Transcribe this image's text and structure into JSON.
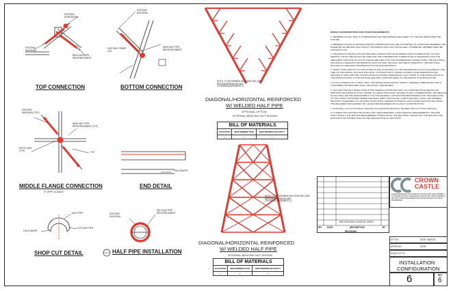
{
  "drawing": {
    "details": {
      "top_connection": {
        "title": "TOP CONNECTION",
        "labels": [
          "EXISTING HORIZONTAL",
          "EXISTING DIAGONAL",
          "NEW HALF PIPE REINFORCEMENT"
        ]
      },
      "bottom_connection": {
        "title": "BOTTOM CONNECTION",
        "labels": [
          "EXISTING DIAGONAL",
          "EXISTING TOWER LEG",
          "NEW HALF PIPE REINFORCEMENT"
        ]
      },
      "middle_flange": {
        "title": "MIDDLE FLANGE CONNECTION",
        "subtitle": "IF APPLICABLE",
        "labels": [
          "EXISTING DIAGONAL (TYP)",
          "NEW HALF PIPE REINFORCEMENT (TYP)",
          "EPOXY WAY (TYP)",
          "TYP"
        ]
      },
      "end_detail": {
        "title": "END DETAIL",
        "labels": [
          "FIELD BURRY"
        ]
      },
      "shop_cut": {
        "title": "SHOP CUT DETAIL",
        "labels": [
          "HALF PIPE",
          "CUT HALF PIPE",
          "FIELD BURRY"
        ]
      },
      "half_pipe_install": {
        "title": "HALF PIPE INSTALLATION",
        "labels": [
          "EXISTING DIAGONAL",
          "SEE HALF PIPE REINFORCEMENT"
        ]
      }
    },
    "upper_tower": {
      "title_line1": "DIAGONAL/HORIZONTAL REINFORCED",
      "title_line2": "W/ WELDED HALF PIPE",
      "subtitle1": "OPTIONAL OPTION",
      "subtitle2": "INTERNAL BRACING NOT SHOWN",
      "callout": "NOTE: TO DETERMINE MAX SPACING (SEE DESIGN/DIMENSION AND OTHER/REQUIREMENT 1)",
      "bom": {
        "title": "BILL OF MATERIALS",
        "columns": [
          "ELEVATION",
          "NEW MEMBER SIZE",
          "NEW MEMBER QUANTITY"
        ],
        "row": [
          "X",
          "X",
          "X"
        ]
      }
    },
    "lower_tower": {
      "title_line1": "DIAGONAL/HORIZONTAL REINFORCED",
      "title_line2": "W/ WELDED HALF PIPE",
      "subtitle1": "INTERNAL BRACING NOT SHOWN",
      "callout": "NOTE: TO DETERMINE MAX SPACING (SEE DESIGN/DIMENSION AND OTHER/REQUIREMENT 1)",
      "bom": {
        "title": "BILL OF MATERIALS",
        "columns": [
          "ELEVATION",
          "NEW MEMBER SIZE",
          "NEW MEMBER QUANTITY"
        ],
        "row": [
          "X",
          "X",
          "X"
        ]
      }
    },
    "notes": {
      "heading": "DESIGN CONSIDERATIONS AND OTHER REQUIREMENTS:",
      "items": [
        "1. MEMBERS FAILING DUE TO COMPRESSION MAY BE MODIFIED PER SHEET 5 IF THE FAIL REINFORCE THE FAILURE.",
        "2. MEMBERS FAILING IN TENSION AND/OR COMPRESSION WILL BE CONVERTED TO COMPOSITE MEMBERS THE DIAMETER OR WELDED HALF PIPE AT THE MIDDLE SHALL BE THE FAILURE, OTHERWISE, MEMBER SIZES (BE FOR EACH 9-12)",
        "3. THE DEFAULT PROFILE SHOULD BE USED UNLESS FOR THE EXTENDED FIELD CONNECTIONS. AS HALF-TENSION, STITCH WELDS MAY BE USED FOR THE INTERMEDIATE CONNECTIONS IF NECESSARY FOR THE FREQUENCY/SPACING OF STITCH WELDS ARE USED FOR THE INTERMEDIATE CONNECTIONS, THE EOR SHALL INCLUDE ALL RELEVANT INFORMATION (SUCH AS SIZE, SPACING, AND WELD STRENGTH). THE EOR SHALL INCLUDE ALL RELEVANT INFORMATION IN THE MOD DRAWINGS.",
        "4. VERIFY THE CAPACITY OF THE GUSSET PLATE (LOAD PATH). IF THE INFORMATION IS NOT AVAILABLE AT THE TIME OF THE DESIGN, INCLUDE THE NOTE, 'CONTRACTOR TO OBTAIN GUSSET PLATE DIMENSIONS AND PROVIDE TO EOR' AND THE CONTRACTOR FOLLOWING DIMENSIONS (L,W,T) PRIOR TO THE INSTALLATION OF THE MODIFICATIONS. IF THE PACKAGE AND ADD A SKIP AND WELD TO THE DESIGN IS MODIFICATIONS.",
        "5. AS AN ALTERNATIVE TO NEW YOUR, THE DESIGN PACKAGE MAY SPECIFY GENERAL DIMENSIONS THAT IF CONFIRMED OR DESIGNED SHALL ORIGINALLY FOR REVIEW.",
        "6. INCLUDE THE FOLLOWING NOTE IN THE GENERAL NOTES SECTION: 'ALL CONSTRUCTION MEANS AND METHODS INCLUDING BUT NOT LIMITED TO, ERECTION PLANS, RIGGING PLANS, CLIMBING/WORK, AND RESCUE PLANS SHALL BE THE RESPONSIBILITY OF THE GENERAL CONTRACTOR RESPONSIBLE FOR THE EXECUTION OF THIS WORK CONTAINED HEREIN AND SHALL MEET ANSI/TIA-322 (LATEST EDITION), OSHA, AND GENERAL INDUSTRY STANDARDS. ALL RIGGING PLANS SHALL ADHERE TO ANSI/TIA-1019 (LATEST EDITION) INCLUDING THE REQUIRED INVOLVEMENT OF A QUALIFIED ENGINEER FOR CLASS IV CONSTRUCTION.'",
        "7. EOR SHALL LIST STITCH BOLT SPACING AS A MAXIMUM SPACING, RATHER THAN A TYPICAL SPACING.",
        "8. IF MODIFYING MULTIPLE SECTIONS THAT HAVE DIFFERENT LOADS SPACING REQUIREMENTS, THE EOR SHALL MODIFY THE SPACING REQUIREMENT THROUGHOUT THE SECTIONS, SPECIFYING THE SPACING FOR EACH SECTION RATHER THAN AS ONE SPACING FOR ALL SECTIONS."
      ]
    },
    "title_block": {
      "revision_table": {
        "center_label": "SEE REVISION CONTROL SHEET",
        "columns": [
          "NO.",
          "DATE",
          "DESCRIPTION",
          "BY"
        ],
        "footer": "REVISIONS"
      },
      "company_line1": "CROWN",
      "company_line2": "CASTLE",
      "company_disclaimer": "THESE DRAWINGS AND SPECIFICATIONS ARE THE PROPERTY OF CROWN CASTLE. REPRODUCTION OF ANY PART THEREOF WITHOUT WRITTEN PERMISSION FROM CROWN CASTLE IS PROHIBITED.",
      "fields": [
        {
          "label": "DFT BY:",
          "value": "DATE: 9/8/2023"
        },
        {
          "label": "APRVD BY:",
          "value": "DATE:"
        },
        {
          "label": "SCALE: N.T.S.",
          "value": ""
        }
      ],
      "sheet_title_line1": "INSTALLATION",
      "sheet_title_line2": "CONFIGURATION",
      "sheet_number": "6",
      "rev_label": "REV",
      "rev_number": "6"
    },
    "colors": {
      "steel": "#e23b30",
      "line": "#222222",
      "logo": "#7f9096"
    }
  }
}
